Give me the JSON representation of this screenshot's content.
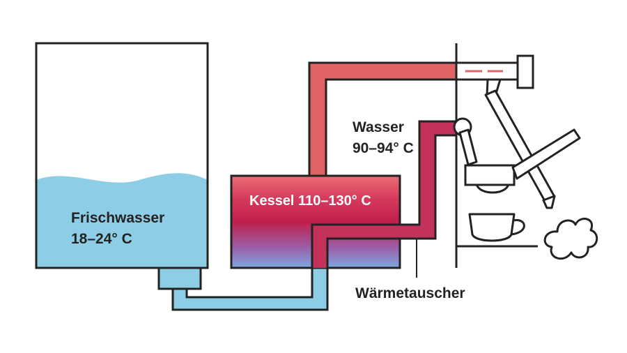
{
  "labels": {
    "tank_line1": "Frischwasser",
    "tank_line2": "18–24° C",
    "boiler": "Kessel 110–130° C",
    "water_line1": "Wasser",
    "water_line2": "90–94° C",
    "exchanger": "Wärmetauscher"
  },
  "colors": {
    "outline": "#222222",
    "fresh_water": "#8ecde6",
    "hot_pipe": "#e06464",
    "exchanger_pipe": "#c3325a",
    "boiler_hot": "#cc2048",
    "boiler_cool": "#7fa8e0"
  },
  "icons": [
    "cup-icon",
    "steam-icon",
    "group-head-icon",
    "steam-wand-icon"
  ]
}
